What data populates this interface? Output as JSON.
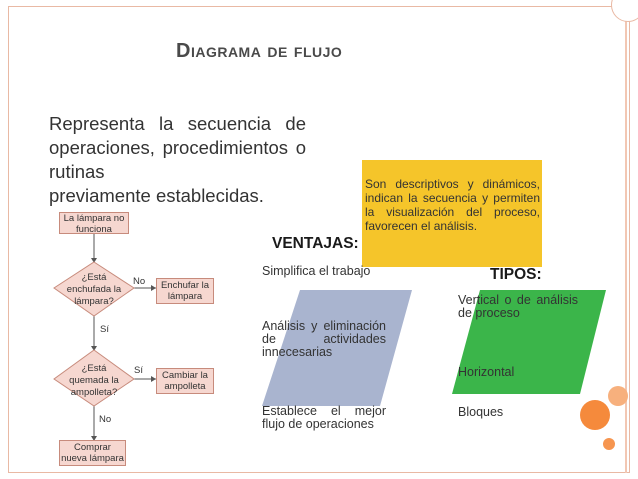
{
  "slide": {
    "title": "Diagrama de flujo",
    "intro_line1": "Representa la secuencia de operaciones, procedimientos o rutinas",
    "intro_line2": "previamente establecidas."
  },
  "flowchart": {
    "start": "La lámpara no funciona",
    "question1": "¿Está enchufada la lámpara?",
    "action1": "Enchufar la lámpara",
    "question2": "¿Está quemada la ampolleta?",
    "action2": "Cambiar la ampolleta",
    "end": "Comprar nueva lámpara",
    "no_label_1": "No",
    "si_label_1": "Sí",
    "si_label_2": "Sí",
    "no_label_2": "No"
  },
  "ventajas": {
    "title": "VENTAJAS:",
    "summary": "Son descriptivos y dinámicos, indican la secuencia y permiten la visualización del proceso, favorecen el análisis.",
    "items": [
      "Simplifica el trabajo",
      "Análisis y eliminación de actividades innecesarias",
      "Establece el mejor flujo de operaciones"
    ]
  },
  "tipos": {
    "title": "TIPOS:",
    "items": [
      "Vertical o de análisis de proceso",
      "Horizontal",
      "Bloques"
    ]
  },
  "colors": {
    "accent_yellow": "#f5c52a",
    "ventajas_parallelogram": "#a9b4cf",
    "tipos_parallelogram": "#3bb54a",
    "corner_orange": "#f58a3c",
    "flowchart_fill": "#f6d7d0"
  }
}
